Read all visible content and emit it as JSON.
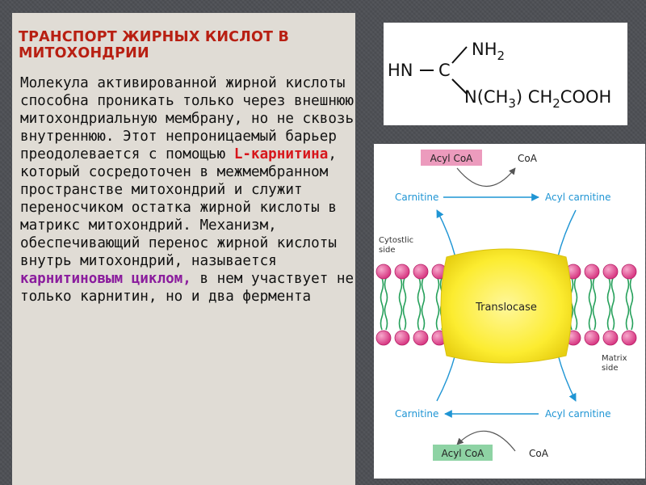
{
  "slide": {
    "title": "ТРАНСПОРТ ЖИРНЫХ КИСЛОТ В МИТОХОНДРИИ",
    "body": {
      "p1": "Молекула активированной жирной кислоты способна проникать только через внешнюю митохондриальную мембрану, но не сквозь внутреннюю. Этот непроницаемый барьер преодолевается с помощью",
      "term1": "L-карнитина",
      "p2": ", который сосредоточен в межмембранном пространстве митохондрий и служит переносчиком остатка жирной кислоты в матрикс митохондрий. Механизм, обеспечивающий перенос жирной кислоты внутрь митохондрий, называется",
      "term2": "карнитиновым циклом,",
      "p3": "в нем участвует не только карнитин, но и два фермента"
    }
  },
  "formula": {
    "nh2": "NH",
    "nh2_sub": "2",
    "hn": "HN",
    "bond": "—",
    "c": "C",
    "n_part": "N(CH",
    "ch3_sub": "3",
    "rest": ") CH",
    "ch2_sub": "2",
    "cooh": "COOH"
  },
  "diagram": {
    "acyl_coa_top": "Acyl CoA",
    "coa_top": "CoA",
    "carnitine_top": "Carnitine",
    "acyl_carnitine_top": "Acyl carnitine",
    "cytosolic_side": [
      "Cytostlic",
      "side"
    ],
    "translocase": "Translocase",
    "matrix_side": [
      "Matrix",
      "side"
    ],
    "carnitine_bottom": "Carnitine",
    "acyl_carnitine_bottom": "Acyl carnitine",
    "acyl_coa_bottom": "Acyl CoA",
    "coa_bottom": "CoA",
    "colors": {
      "acyl_coa_top_bg": "#ec9bbd",
      "acyl_coa_bottom_bg": "#8ed3a4",
      "arrow": "#1f95d4",
      "translocase": "#fcee3c",
      "lipid_head": "#e2438f",
      "lipid_tail": "#25a05a"
    }
  }
}
